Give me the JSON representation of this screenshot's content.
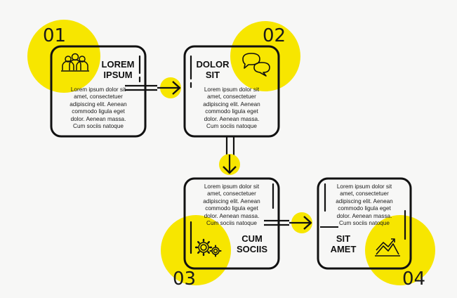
{
  "steps": [
    {
      "number": "01",
      "title": "LOREM\nIPSUM",
      "body": "Lorem ipsum dolor sit\namet, consectetuer\nadipiscing elit. Aenean\ncommodo ligula eget\ndolor. Aenean massa.\nCum sociis natoque",
      "icon": "people-icon"
    },
    {
      "number": "02",
      "title": "DOLOR\nSIT",
      "body": "Lorem ipsum dolor sit\namet, consectetuer\nadipiscing elit. Aenean\ncommodo ligula eget\ndolor. Aenean massa.\nCum sociis natoque",
      "icon": "chat-bubbles-icon"
    },
    {
      "number": "03",
      "title": "CUM\nSOCIIS",
      "body": "Lorem ipsum dolor sit\namet, consectetuer\nadipiscing elit. Aenean\ncommodo ligula eget\ndolor. Aenean massa.\nCum sociis natoque",
      "icon": "gears-icon"
    },
    {
      "number": "04",
      "title": "SIT\nAMET",
      "body": "Lorem ipsum dolor sit\namet, consectetuer\nadipiscing elit. Aenean\ncommodo ligula eget\ndolor. Aenean massa.\nCum sociis natoque",
      "icon": "line-chart-icon"
    }
  ],
  "colors": {
    "accent": "#f7e600",
    "stroke": "#111111",
    "background": "#f7f7f6"
  }
}
